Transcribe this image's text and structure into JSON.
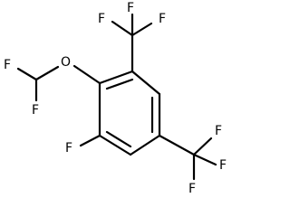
{
  "molecule": {
    "atoms": {
      "f1": "F",
      "f2": "F",
      "f3": "F",
      "f4": "F",
      "f5": "F",
      "f6": "F",
      "f7": "F",
      "f8": "F",
      "f9": "F",
      "o1": "O"
    }
  },
  "colors": {
    "bond": "#000000",
    "label": "#000000",
    "background": "#ffffff"
  }
}
